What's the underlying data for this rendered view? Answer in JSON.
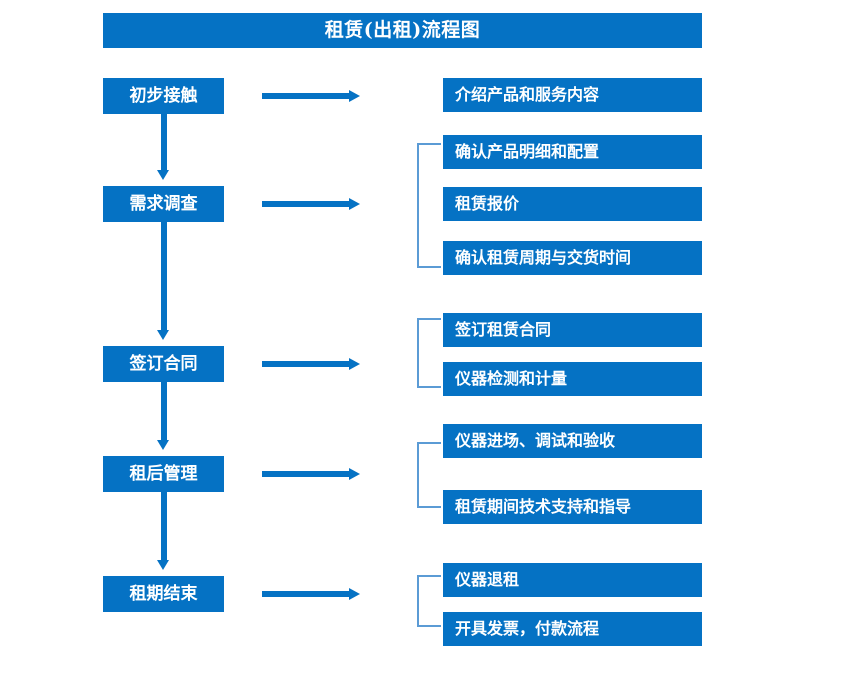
{
  "diagram": {
    "title": "租赁(出租)流程图",
    "accent_color": "#0572C4",
    "bracket_color": "#5B9BD5",
    "text_color": "#FFFFFF",
    "background_color": "#FFFFFF"
  },
  "stages": [
    {
      "id": "stage-1",
      "label": "初步接触"
    },
    {
      "id": "stage-2",
      "label": "需求调查"
    },
    {
      "id": "stage-3",
      "label": "签订合同"
    },
    {
      "id": "stage-4",
      "label": "租后管理"
    },
    {
      "id": "stage-5",
      "label": "租期结束"
    }
  ],
  "details": {
    "group1": [
      {
        "label": "介绍产品和服务内容"
      }
    ],
    "group2": [
      {
        "label": "确认产品明细和配置"
      },
      {
        "label": "租赁报价"
      },
      {
        "label": "确认租赁周期与交货时间"
      }
    ],
    "group3": [
      {
        "label": "签订租赁合同"
      },
      {
        "label": "仪器检测和计量"
      }
    ],
    "group4": [
      {
        "label": "仪器进场、调试和验收"
      },
      {
        "label": "租赁期间技术支持和指导"
      }
    ],
    "group5": [
      {
        "label": "仪器退租"
      },
      {
        "label": "开具发票，付款流程"
      }
    ]
  },
  "connectors": {
    "flow_arrow_down": "down-arrow",
    "flow_arrow_right": "right-arrow",
    "group_bracket": "bracket"
  }
}
